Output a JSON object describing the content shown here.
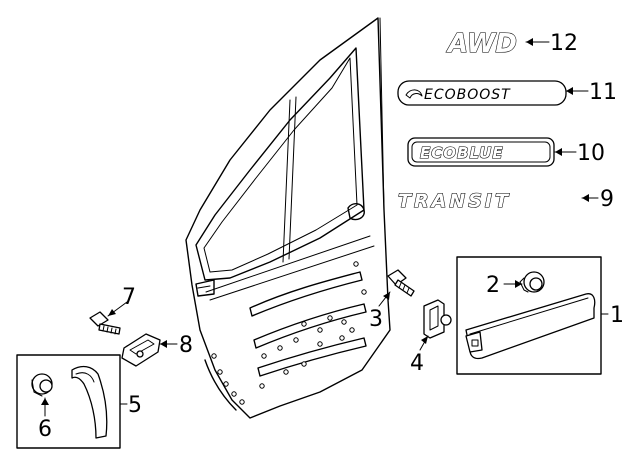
{
  "callouts": {
    "c1": "1",
    "c2": "2",
    "c3": "3",
    "c4": "4",
    "c5": "5",
    "c6": "6",
    "c7": "7",
    "c8": "8",
    "c9": "9",
    "c10": "10",
    "c11": "11",
    "c12": "12"
  },
  "badges": {
    "awd": "AWD",
    "ecoboost": "ECOBOOST",
    "ecoblue": "ECOBLUE",
    "transit": "TRANSIT"
  },
  "colors": {
    "line": "#000000",
    "background": "#ffffff"
  }
}
